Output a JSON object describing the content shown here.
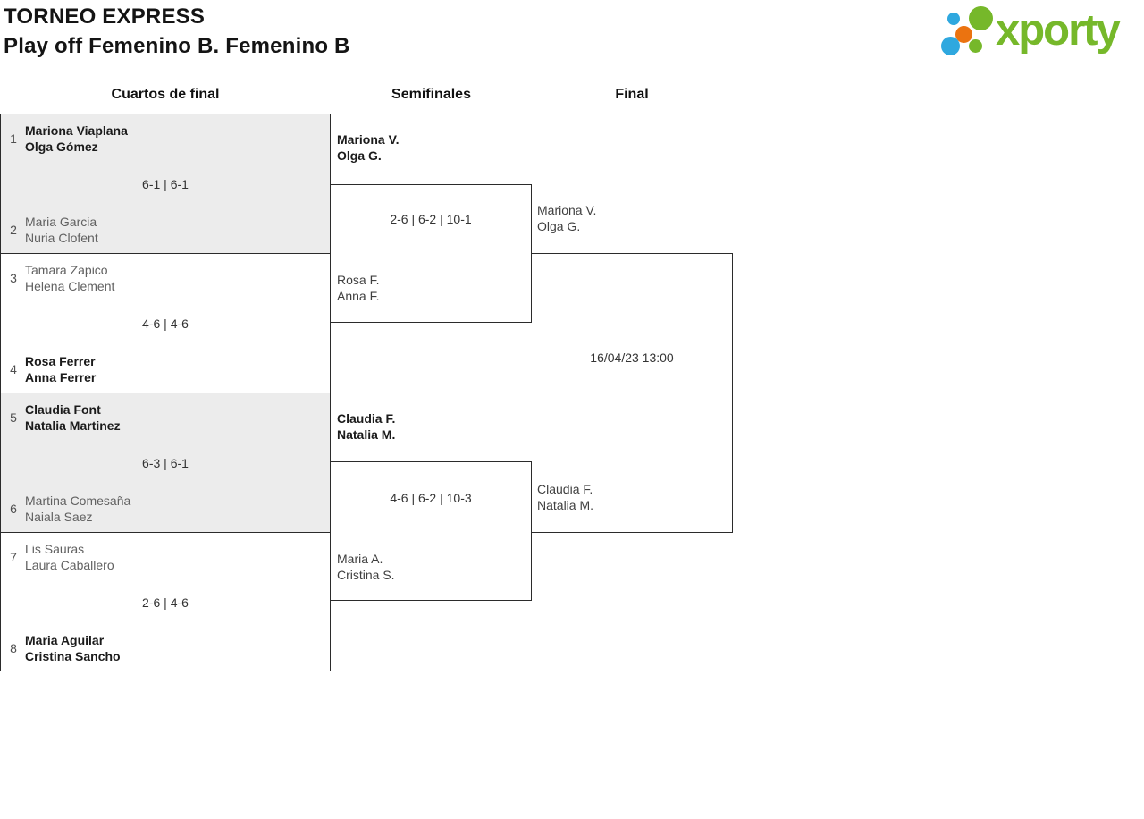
{
  "header": {
    "title": "TORNEO EXPRESS",
    "subtitle": "Play off Femenino B. Femenino B"
  },
  "logo": {
    "text": "xporty",
    "dots": [
      "blue-small",
      "green-big",
      "orange",
      "blue-big",
      "green-small"
    ]
  },
  "colors": {
    "brand_green": "#76b82a",
    "brand_blue": "#2fa8df",
    "brand_orange": "#eb7310",
    "match_alt_bg": "#ececec",
    "border": "#2b2b2b"
  },
  "rounds": {
    "quarterfinals_label": "Cuartos de final",
    "semifinals_label": "Semifinales",
    "final_label": "Final"
  },
  "quarterfinals": [
    {
      "seed_top": "1",
      "team_top": {
        "p1": "Mariona Viaplana",
        "p2": "Olga Gómez"
      },
      "score": "6-1 | 6-1",
      "seed_bottom": "2",
      "team_bottom": {
        "p1": "Maria Garcia",
        "p2": "Nuria Clofent"
      }
    },
    {
      "seed_top": "3",
      "team_top": {
        "p1": "Tamara Zapico",
        "p2": "Helena Clement"
      },
      "score": "4-6 | 4-6",
      "seed_bottom": "4",
      "team_bottom": {
        "p1": "Rosa Ferrer",
        "p2": "Anna Ferrer"
      }
    },
    {
      "seed_top": "5",
      "team_top": {
        "p1": "Claudia Font",
        "p2": "Natalia Martinez"
      },
      "score": "6-3 | 6-1",
      "seed_bottom": "6",
      "team_bottom": {
        "p1": "Martina Comesaña",
        "p2": "Naiala Saez"
      }
    },
    {
      "seed_top": "7",
      "team_top": {
        "p1": "Lis Sauras",
        "p2": "Laura Caballero"
      },
      "score": "2-6 | 4-6",
      "seed_bottom": "8",
      "team_bottom": {
        "p1": "Maria Aguilar",
        "p2": "Cristina Sancho"
      }
    }
  ],
  "semifinals": [
    {
      "winner": {
        "p1": "Mariona V.",
        "p2": "Olga G."
      },
      "score": "2-6 | 6-2 | 10-1",
      "loser": {
        "p1": "Rosa F.",
        "p2": "Anna F."
      }
    },
    {
      "winner": {
        "p1": "Claudia F.",
        "p2": "Natalia M."
      },
      "score": "4-6 | 6-2 | 10-3",
      "loser": {
        "p1": "Maria A.",
        "p2": "Cristina S."
      }
    }
  ],
  "final": {
    "team_top": {
      "p1": "Mariona V.",
      "p2": "Olga G."
    },
    "schedule": "16/04/23 13:00",
    "team_bottom": {
      "p1": "Claudia F.",
      "p2": "Natalia M."
    }
  }
}
